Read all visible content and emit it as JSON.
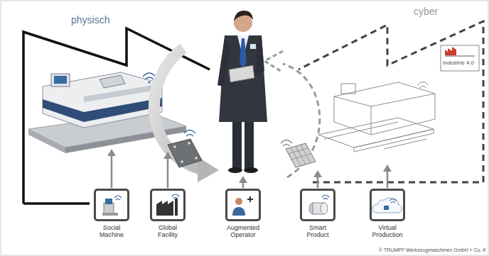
{
  "diagram": {
    "nodes": [
      {
        "text": [
          "Social Machine"
        ]
      },
      {
        "text": [
          "Global Facility"
        ]
      },
      {
        "text": [
          "Augmented Operator"
        ]
      },
      {
        "text": [
          "Smart Product"
        ]
      },
      {
        "text": [
          "Virtual Production"
        ]
      }
    ],
    "labels": [
      "physisch",
      "cyber",
      "Industrie 4.0",
      "© TRUMPF Werkzeugmaschinen GmbH + Co. K"
    ]
  }
}
